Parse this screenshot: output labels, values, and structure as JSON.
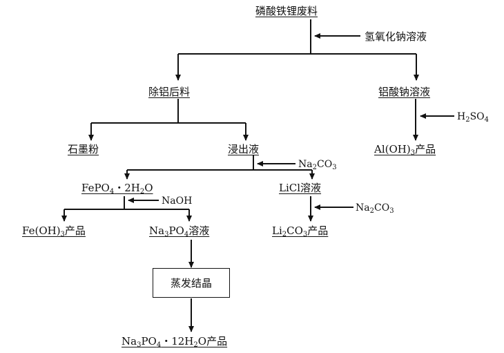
{
  "title": "磷酸铁锂废料",
  "reagents": {
    "naoh_solution": "氢氧化钠溶液",
    "h2so4": {
      "main": "H",
      "sub": "2",
      "tail": "SO",
      "sub2": "4"
    },
    "na2co3_1": {
      "main": "Na",
      "sub": "2",
      "tail": "CO",
      "sub2": "3"
    },
    "naoh": "NaOH",
    "na2co3_2": {
      "main": "Na",
      "sub": "2",
      "tail": "CO",
      "sub2": "3"
    }
  },
  "nodes": {
    "residue": "除铝后料",
    "sodium_aluminate": "铝酸钠溶液",
    "graphite": "石墨粉",
    "leachate": "浸出液",
    "aloh3": {
      "a": "Al(OH)",
      "sub": "3",
      "b": "产品"
    },
    "fepo4": {
      "a": "FePO",
      "sub": "4",
      "b": "・2H",
      "sub2": "2",
      "c": "O"
    },
    "licl": "LiCl溶液",
    "feoh3": {
      "a": "Fe(OH)",
      "sub": "3",
      "b": "产品"
    },
    "na3po4": {
      "a": "Na",
      "sub": "3",
      "b": "PO",
      "sub2": "4",
      "c": "溶液"
    },
    "li2co3": {
      "a": "Li",
      "sub": "2",
      "b": "CO",
      "sub2": "3",
      "c": "产品"
    },
    "evaporate": "蒸发结晶",
    "final": {
      "a": "Na",
      "sub": "3",
      "b": "PO",
      "sub2": "4",
      "c": "・12H",
      "sub3": "2",
      "d": "O产品"
    }
  }
}
